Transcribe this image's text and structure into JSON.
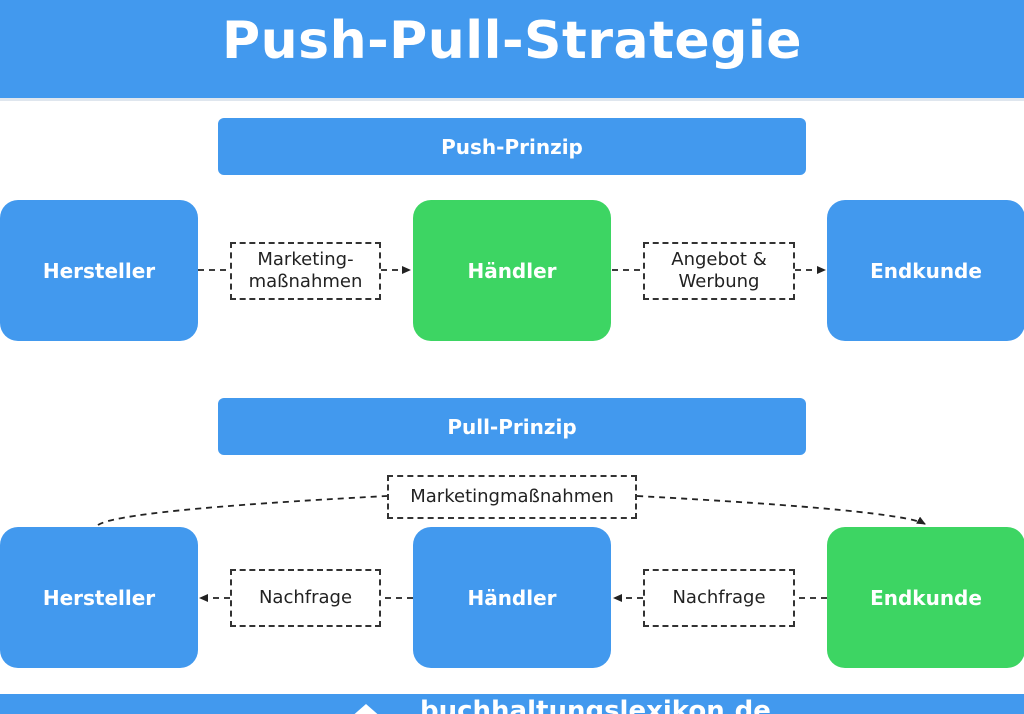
{
  "title": "Push-Pull-Strategie",
  "colors": {
    "blue": "#4299EE",
    "green": "#3DD563"
  },
  "push": {
    "banner": "Push-Prinzip",
    "nodes": {
      "left": "Hersteller",
      "middle": "Händler",
      "right": "Endkunde"
    },
    "labels": {
      "left": "Marketing-\nmaßnahmen",
      "right": "Angebot &\nWerbung"
    }
  },
  "pull": {
    "banner": "Pull-Prinzip",
    "nodes": {
      "left": "Hersteller",
      "middle": "Händler",
      "right": "Endkunde"
    },
    "labels": {
      "top": "Marketingmaßnahmen",
      "left": "Nachfrage",
      "right": "Nachfrage"
    }
  },
  "footer": {
    "brand": "buchhaltungslexikon.de",
    "logo_icon": "book-icon"
  }
}
